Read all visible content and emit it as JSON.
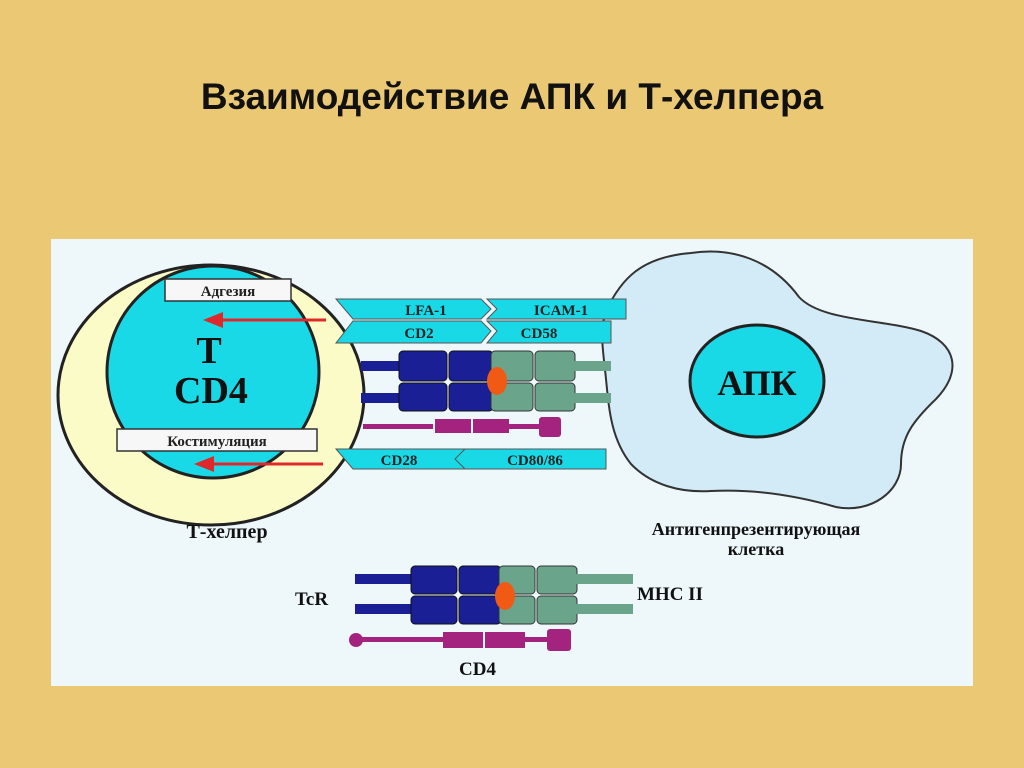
{
  "title": "Взаимодействие АПК и Т-хелпера",
  "colors": {
    "background": "#ebc873",
    "panel": "#eef8fa",
    "cyan": "#1ad9e6",
    "cell_yellow": "#fbfbc8",
    "apc_fill": "#d3ebf6",
    "navy": "#1b1f95",
    "green": "#6aa58b",
    "magenta": "#a3237f",
    "arrow_red": "#e0282a",
    "peptide": "#f05a14"
  },
  "t_cell": {
    "letter": "T",
    "marker": "CD4",
    "caption": "Т-хелпер"
  },
  "apc": {
    "label": "АПК",
    "caption_line1": "Антигенпрезентирующая",
    "caption_line2": "клетка"
  },
  "labels": {
    "adhesion": "Адгезия",
    "costimulation": "Костимуляция",
    "lfa1": "LFA-1",
    "icam1": "ICAM-1",
    "cd2": "CD2",
    "cd58": "CD58",
    "cd28": "CD28",
    "cd80_86": "CD80/86"
  },
  "legend": {
    "tcr": "TcR",
    "mhc": "MHC II",
    "cd4": "CD4"
  }
}
